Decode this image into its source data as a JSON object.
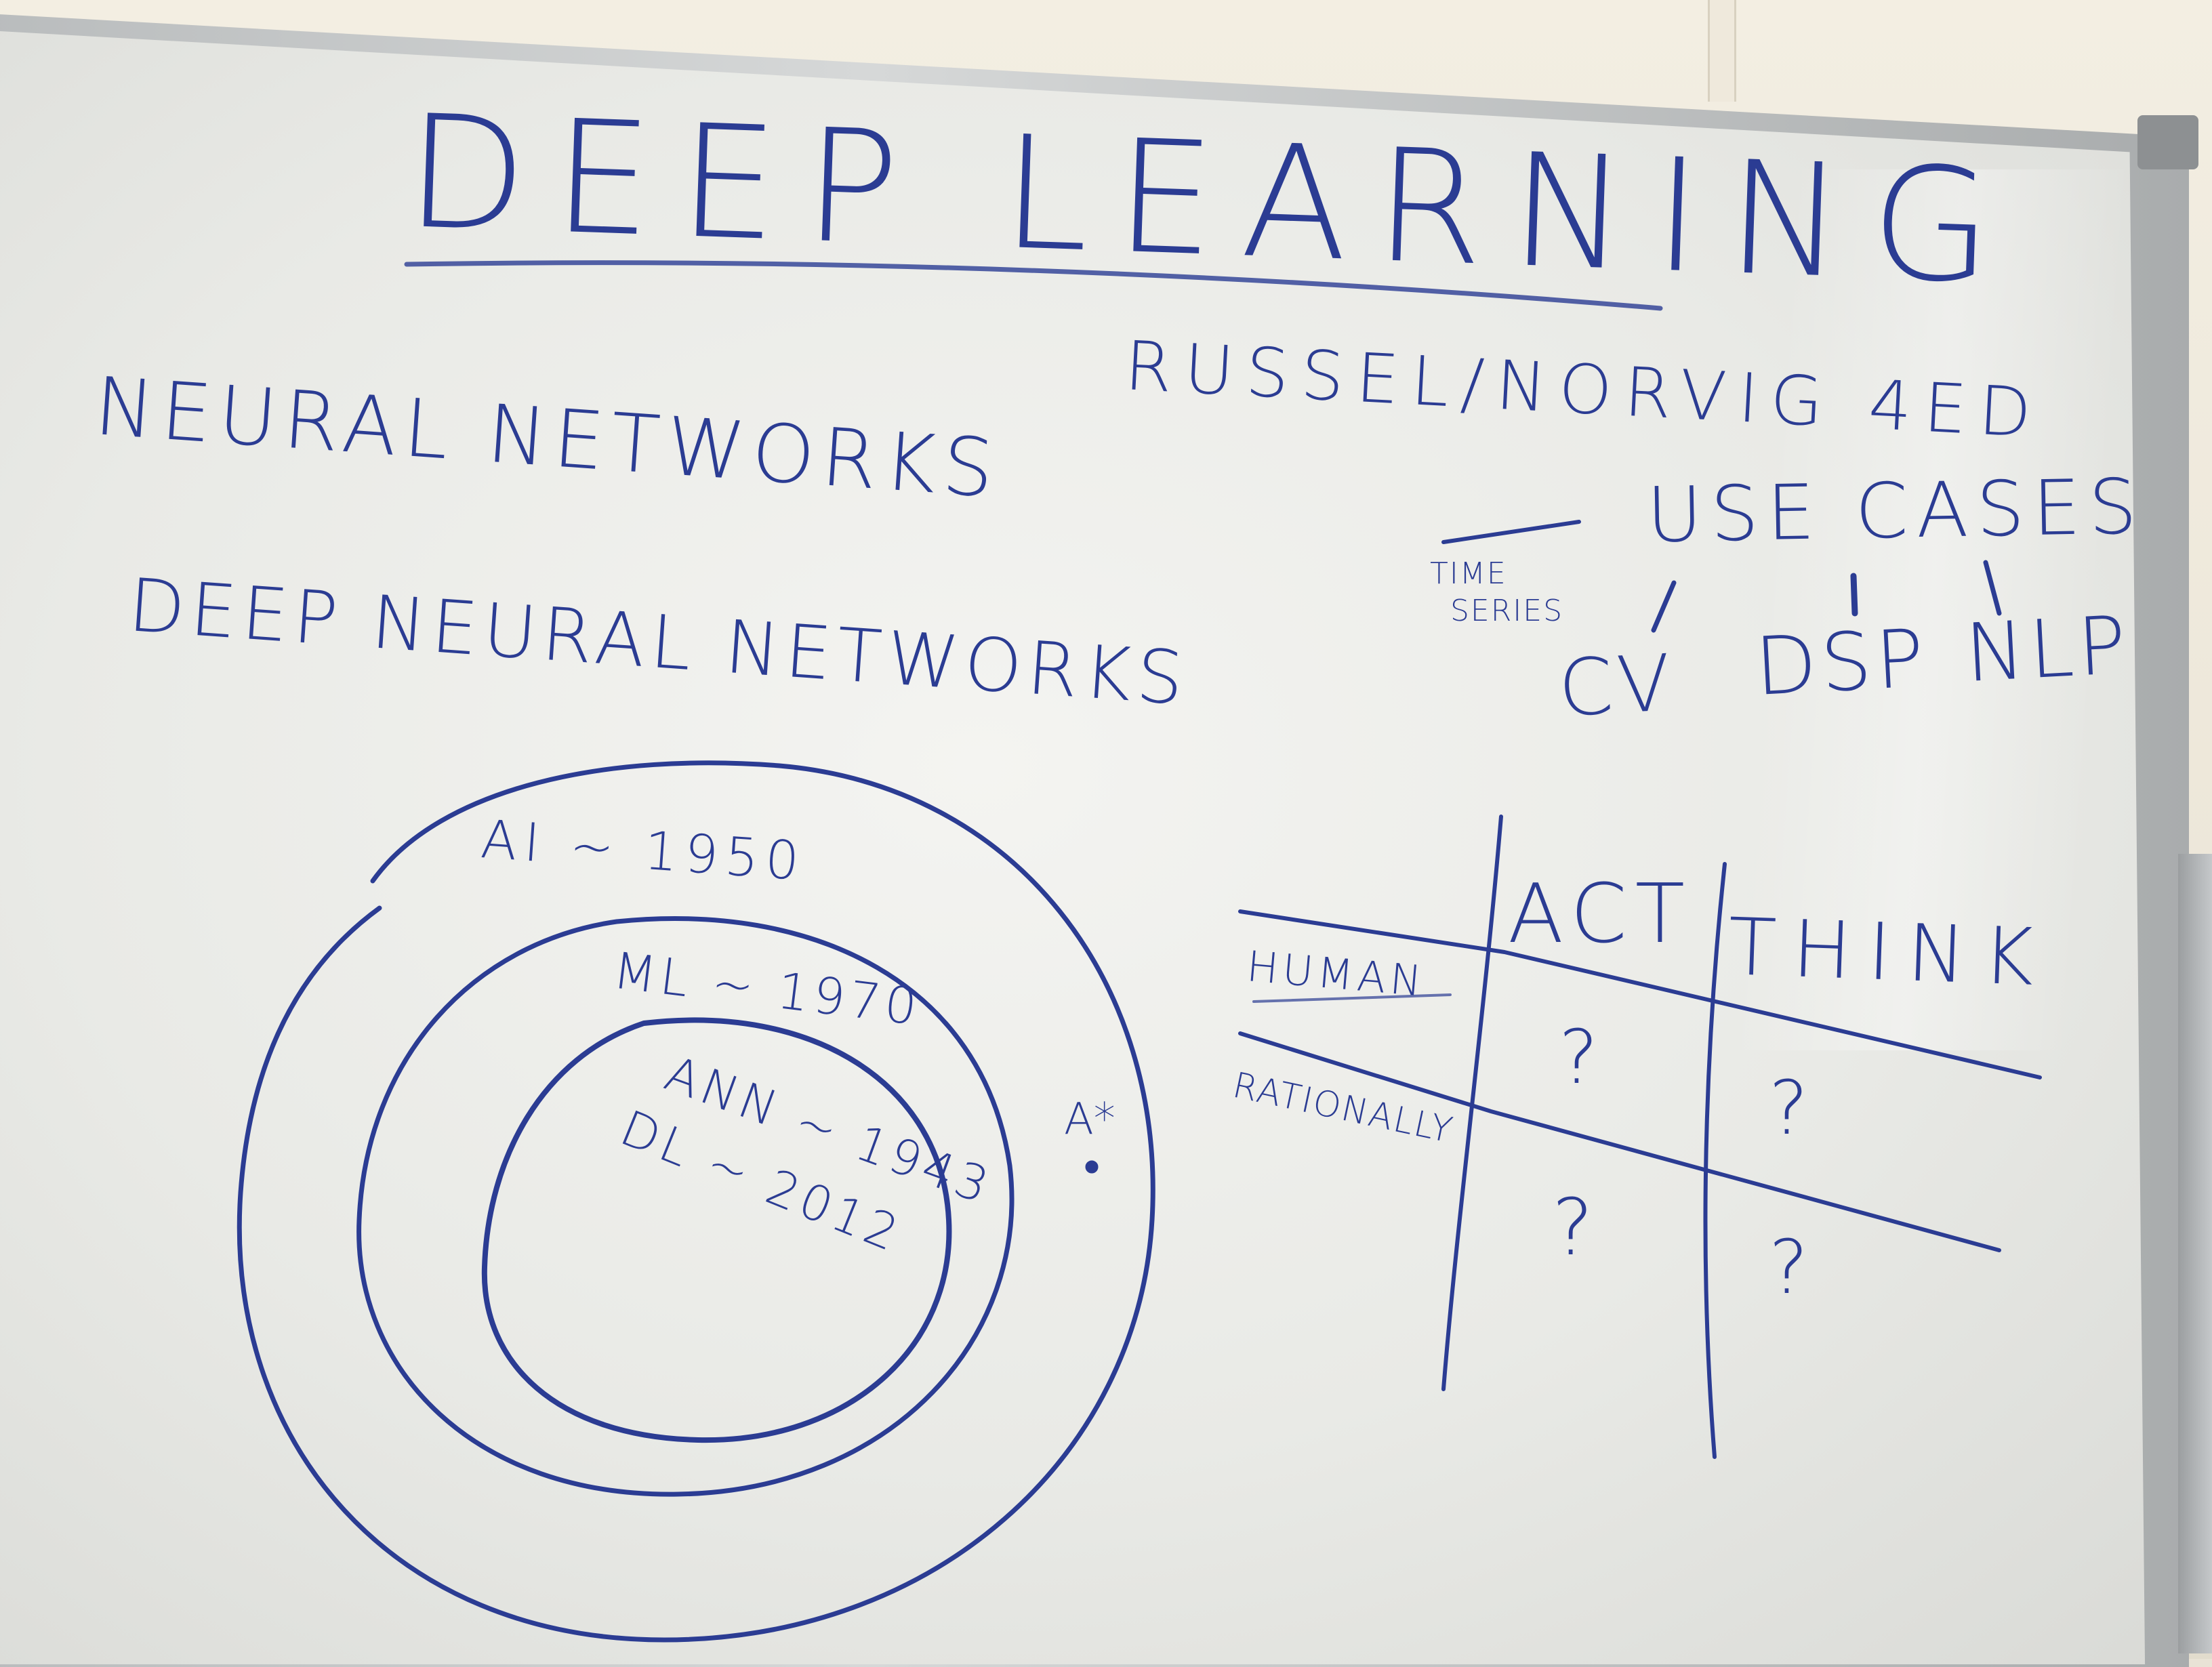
{
  "whiteboard": {
    "title": "DEEP LEARNING",
    "reference": "RUSSEL/NORVIG 4ED",
    "topics": [
      "NEURAL NETWORKS",
      "DEEP NEURAL NETWORKS"
    ],
    "use_cases": {
      "heading": "USE CASES",
      "aside": [
        "TIME",
        "SERIES"
      ],
      "items": [
        "CV",
        "DSP",
        "NLP"
      ]
    },
    "venn": {
      "rings": [
        "AI ~ 1950",
        "ML ~ 1970",
        "ANN ~ 1943",
        "DL ~ 2012"
      ],
      "point": "A*"
    },
    "matrix": {
      "columns": [
        "ACT",
        "THINK"
      ],
      "rows": [
        "HUMAN",
        "RATIONALLY"
      ],
      "cells": [
        [
          "?",
          "?"
        ],
        [
          "?",
          "?"
        ]
      ]
    },
    "ink_color": "#2b3c93"
  }
}
